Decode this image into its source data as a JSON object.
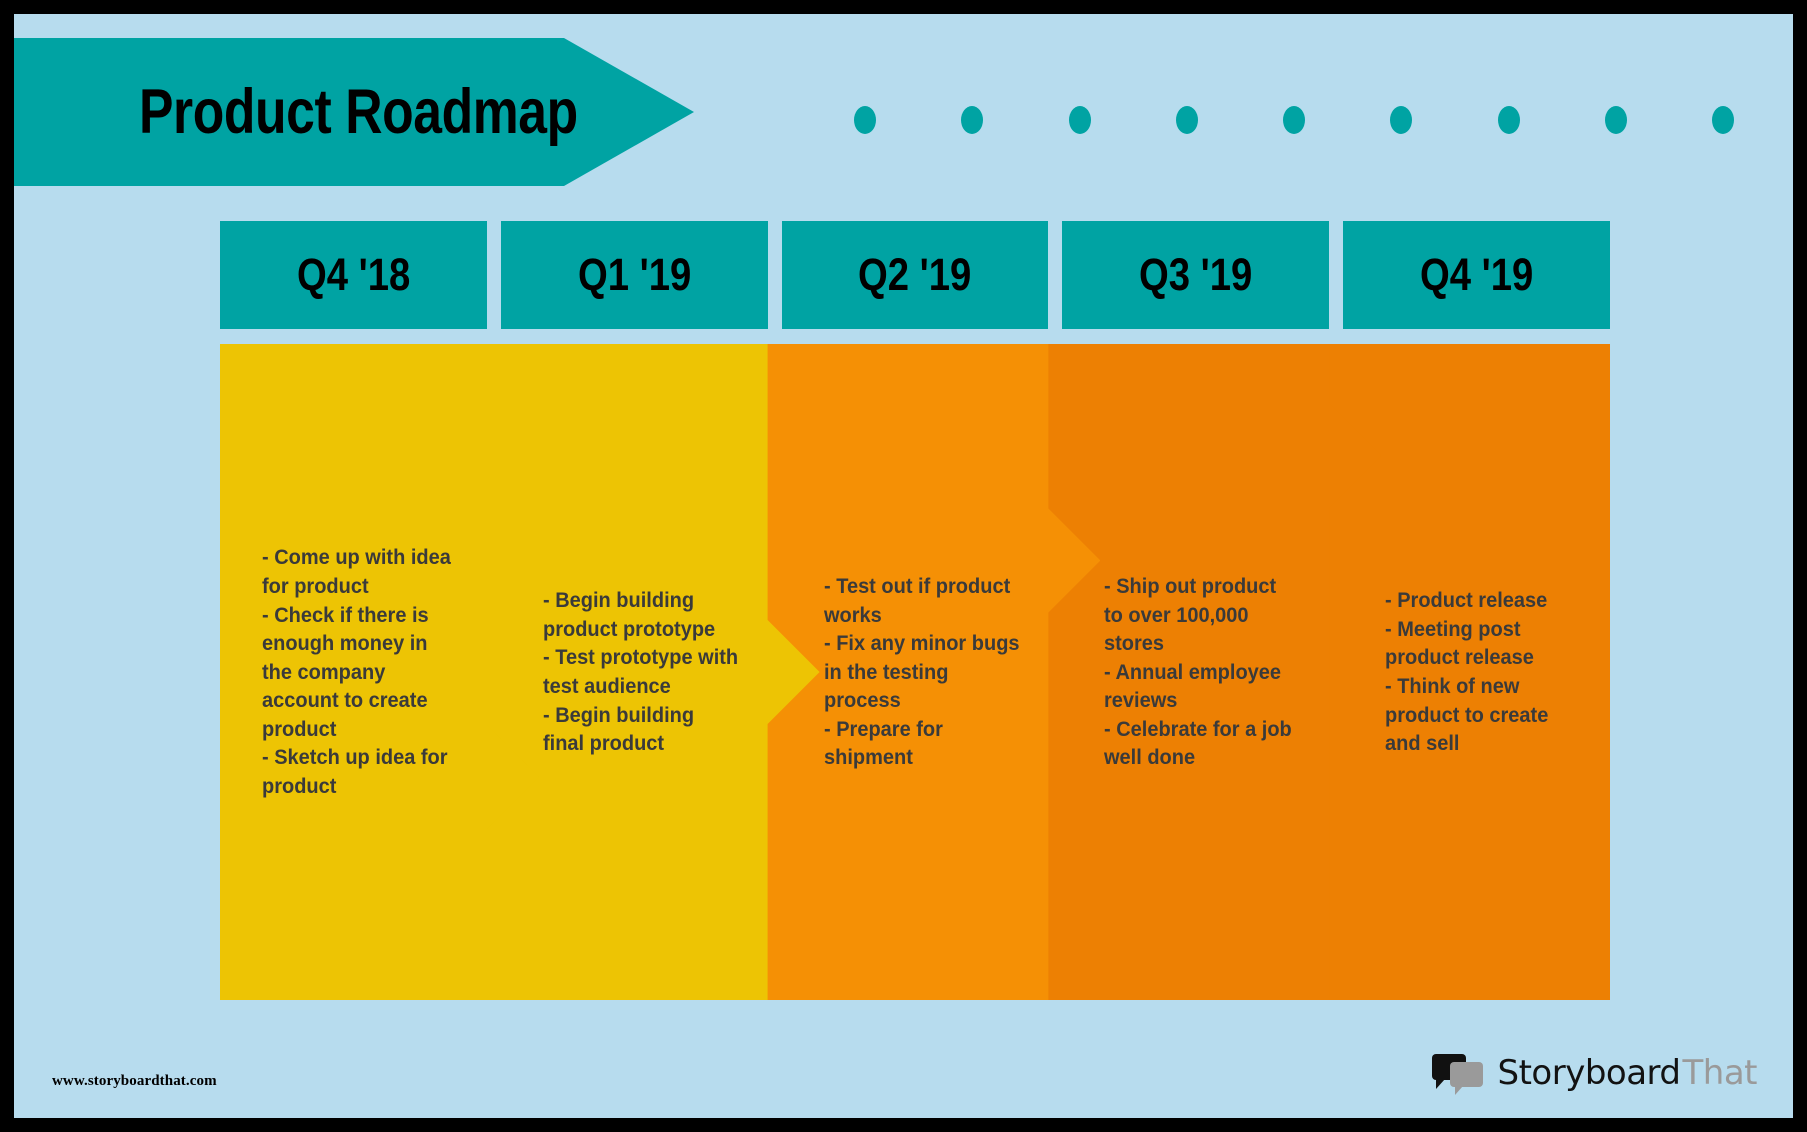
{
  "title": "Product Roadmap",
  "colors": {
    "canvas": "#b7dcee",
    "teal": "#00a3a3",
    "yellow": "#edc404",
    "orange": "#f59005",
    "deep_orange": "#ed8003",
    "text": "#3a3a3a",
    "frame": "#000000"
  },
  "dot_trail": {
    "name": "timeline-dots",
    "count": 9
  },
  "columns": [
    {
      "quarter": "Q4 '18",
      "color": "#edc404",
      "items": "- Come up with idea for product\n- Check if there is enough money in the company account to create product\n- Sketch up idea for product"
    },
    {
      "quarter": "Q1 '19",
      "color": "#edc404",
      "items": "- Begin building product prototype\n- Test prototype with test audience\n- Begin building final product"
    },
    {
      "quarter": "Q2 '19",
      "color": "#f59005",
      "items": "- Test out if product works\n- Fix any minor bugs in the testing process\n- Prepare for shipment"
    },
    {
      "quarter": "Q3 '19",
      "color": "#ed8003",
      "items": "- Ship out product to over 100,000 stores\n- Annual employee reviews\n- Celebrate for a job well done"
    },
    {
      "quarter": "Q4 '19",
      "color": "#ed8003",
      "items": "- Product release\n- Meeting post product release\n- Think of new product to create and sell"
    }
  ],
  "footer": {
    "url": "www.storyboardthat.com",
    "brand_primary": "Storyboard",
    "brand_secondary": "That"
  }
}
